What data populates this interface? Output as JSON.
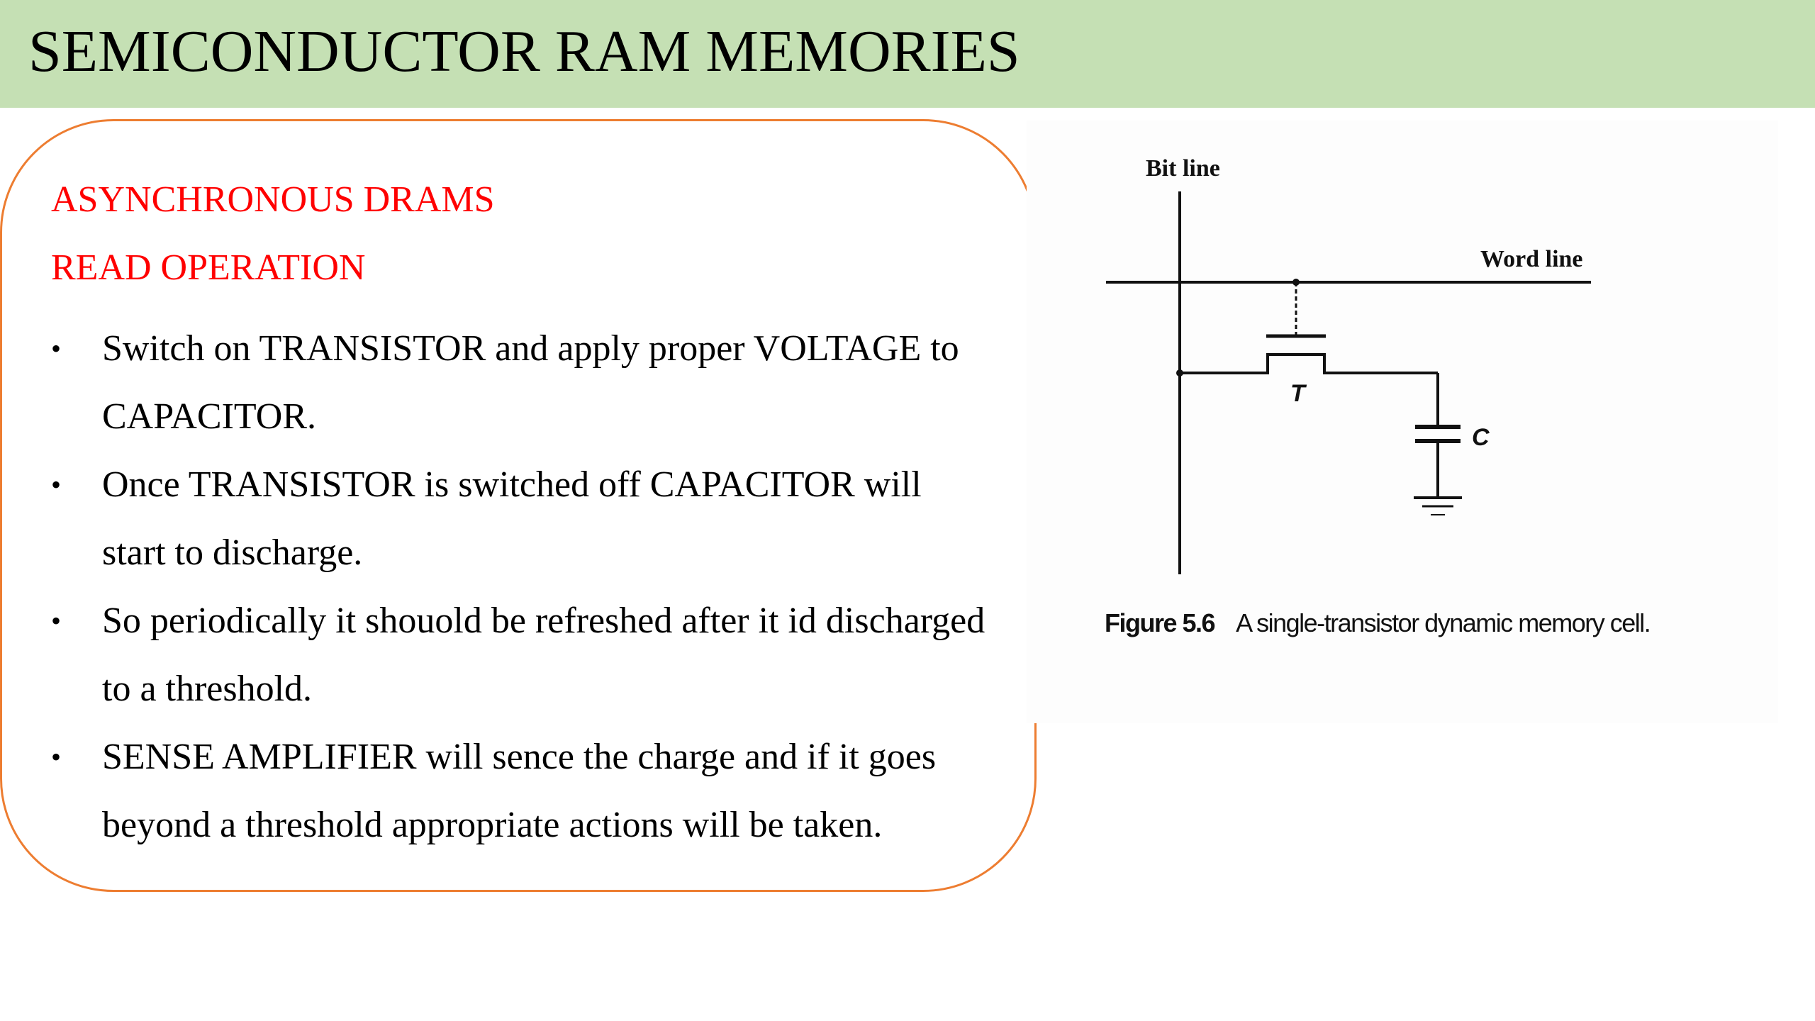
{
  "slide": {
    "title": "SEMICONDUCTOR RAM MEMORIES"
  },
  "content": {
    "heading_1": "ASYNCHRONOUS DRAMS",
    "heading_2": "READ OPERATION",
    "bullets": [
      "Switch on TRANSISTOR and apply proper VOLTAGE to CAPACITOR.",
      "Once TRANSISTOR is switched off CAPACITOR will start to discharge.",
      "So periodically it shouold be refreshed after it id discharged to a threshold.",
      "SENSE AMPLIFIER will sence the charge and if it goes beyond a threshold appropriate actions will be taken."
    ],
    "bullet_symbol": "•"
  },
  "figure": {
    "bit_line_label": "Bit line",
    "word_line_label": "Word line",
    "transistor_label": "T",
    "capacitor_label": "C",
    "caption_number": "Figure 5.6",
    "caption_text": "A single-transistor dynamic memory cell."
  },
  "colors": {
    "title_bar": "#c5e0b4",
    "heading": "#ff0000",
    "box_border": "#ed7d31"
  }
}
